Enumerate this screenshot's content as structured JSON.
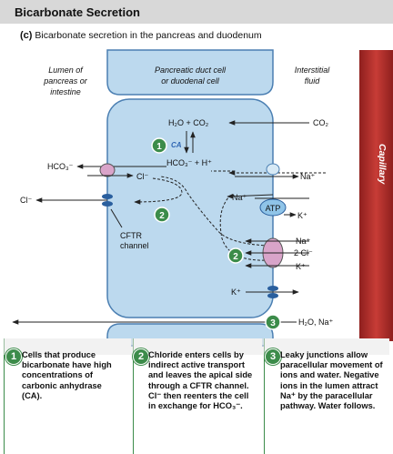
{
  "header": {
    "title": "Bicarbonate Secretion",
    "subtitle_letter": "(c)",
    "subtitle": "Bicarbonate secretion in the pancreas and duodenum"
  },
  "regions": {
    "lumen": "Lumen of\npancreas or\nintestine",
    "cell": "Pancreatic duct cell\nor duodenal cell",
    "interstitial": "Interstitial\nfluid",
    "capillary": "Capillary"
  },
  "labels": {
    "reaction_top": "H₂O + CO₂",
    "co2": "CO₂",
    "ca": "CA",
    "reaction_bottom": "HCO₃⁻ + H⁺",
    "hco3_lumen": "HCO₃⁻",
    "cl_exchanger": "Cl⁻",
    "cl_lumen": "Cl⁻",
    "na_right": "Na⁺",
    "na_center": "Na⁺",
    "atp": "ATP",
    "k_pump": "K⁺",
    "cftr": "CFTR\nchannel",
    "na_cotrans": "Na⁺",
    "cl2_cotrans": "2 Cl⁻",
    "k_cotrans": "K⁺",
    "k_center": "K⁺",
    "paracellular": "H₂O, Na⁺",
    "step1": "1",
    "step2a": "2",
    "step2b": "2",
    "step3": "3"
  },
  "cards": [
    {
      "num": "1",
      "text": "Cells that produce bicarbonate have high concentrations of carbonic anhydrase (CA)."
    },
    {
      "num": "2",
      "text": "Chloride enters cells by indirect active transport and leaves the apical side through a CFTR channel. Cl⁻ then reenters the cell in exchange for HCO₃⁻."
    },
    {
      "num": "3",
      "text": "Leaky junctions allow paracellular movement of ions and water. Negative ions in the lumen attract Na⁺ by the paracellular pathway. Water follows."
    }
  ],
  "colors": {
    "cell_fill": "#bcd9ee",
    "cell_stroke": "#4b7fb2",
    "capillary_fill": "#b3312e",
    "step_green": "#3c8c4a",
    "exchanger_pink": "#d9a4c9",
    "atp_blue": "#8fc4e8"
  }
}
